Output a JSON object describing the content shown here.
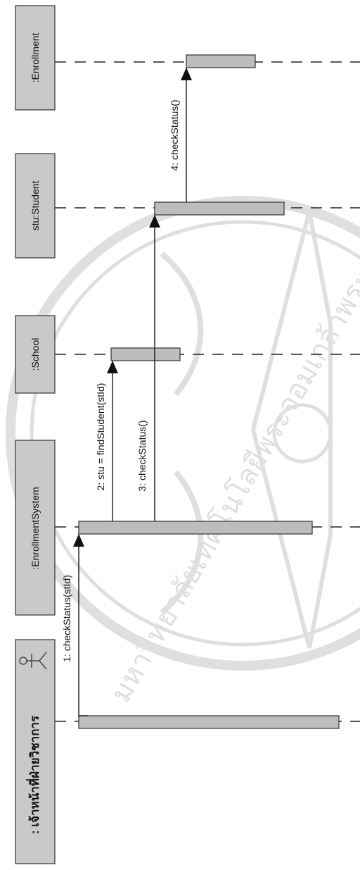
{
  "objects": [
    {
      "id": "enrollment",
      "label": ":Enrollment"
    },
    {
      "id": "student",
      "label": "stu:Student"
    },
    {
      "id": "school",
      "label": ":School"
    },
    {
      "id": "system",
      "label": ":EnrollmentSystem"
    },
    {
      "id": "actor",
      "label": ": เจ้าหน้าที่ฝ่ายวิชาการ"
    }
  ],
  "messages": [
    {
      "id": "m1",
      "label": "1: checkStatus(stId)"
    },
    {
      "id": "m2",
      "label": "2: stu = findStudent(stId)"
    },
    {
      "id": "m3",
      "label": "3: checkStatus()"
    },
    {
      "id": "m4",
      "label": "4: checkStatus()"
    }
  ],
  "watermark": {
    "seal_text": "มหาวิทยาลัยเทคโนโลยีพระจอมเกล้าพระนครเหนือ"
  },
  "colors": {
    "box_fill": "#c8c8c8",
    "box_stroke": "#333333",
    "activation_fill": "#bdbdbd",
    "line": "#222222",
    "watermark": "#d9d9d9"
  }
}
